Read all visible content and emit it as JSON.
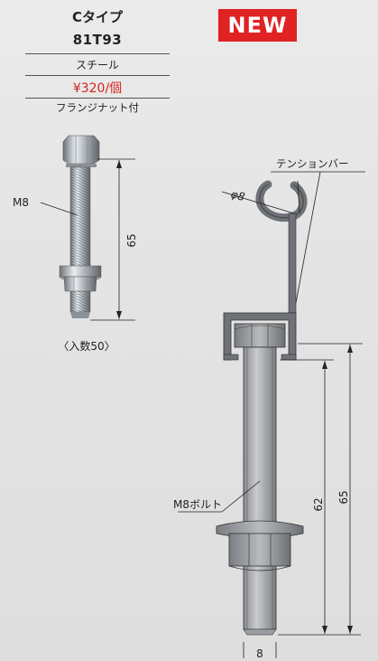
{
  "product": {
    "type_name": "Cタイプ",
    "model": "81T93",
    "material": "スチール",
    "price": "¥320/個",
    "note": "フランジナット付",
    "quantity": "〈入数50〉"
  },
  "badge": "NEW",
  "left_figure": {
    "bolt_label": "M8",
    "length_label": "65"
  },
  "right_figure": {
    "tension_bar_label": "テンションバー",
    "diameter_label": "φ8",
    "bolt_label": "M8ボルト",
    "dim_62": "62",
    "dim_65": "65",
    "width_label": "8"
  },
  "colors": {
    "accent_red": "#e02222",
    "price_red": "#d6231f"
  }
}
